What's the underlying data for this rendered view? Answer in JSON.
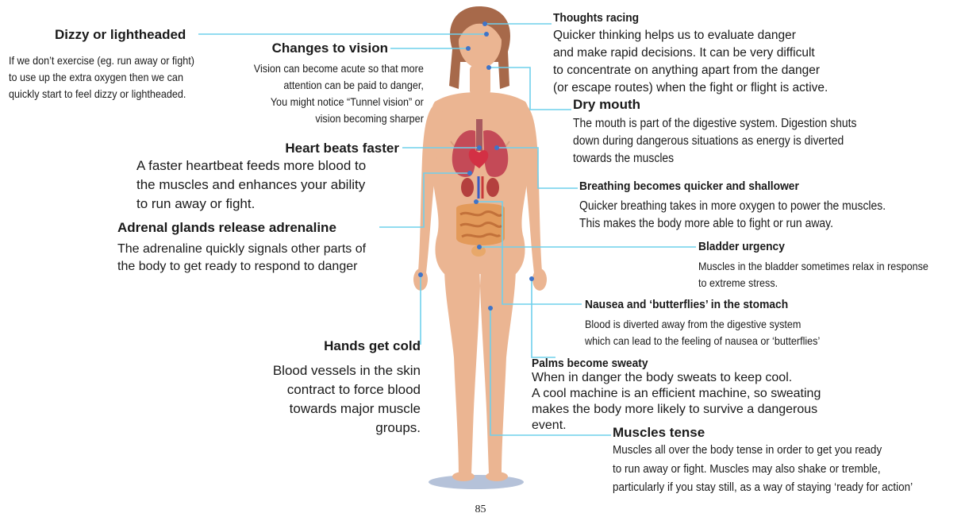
{
  "labels": {
    "dizzy": {
      "title": "Dizzy or lightheaded",
      "body": "If we don’t exercise (eg. run away or fight)\nto use up the extra oxygen then we can\nquickly start to feel dizzy or lightheaded."
    },
    "vision": {
      "title": "Changes to vision",
      "body": "Vision can become acute so that more\nattention can be paid to danger,\nYou might notice “Tunnel vision” or\nvision becoming sharper"
    },
    "heart": {
      "title": "Heart beats faster",
      "body": "A faster heartbeat feeds more blood to\nthe muscles and enhances your ability\nto run away or fight."
    },
    "adrenal": {
      "title": "Adrenal glands release adrenaline",
      "body": "The adrenaline quickly signals other parts of\nthe body to get ready to respond to danger"
    },
    "hands": {
      "title": "Hands get cold",
      "body": "Blood vessels in the skin\ncontract to force blood\ntowards major muscle\ngroups."
    },
    "thoughts": {
      "title": "Thoughts racing",
      "body": "Quicker thinking helps us to evaluate danger\nand make rapid decisions. It can be very difficult\nto concentrate on anything apart from the danger\n(or escape routes) when the fight or flight is active."
    },
    "mouth": {
      "title": "Dry mouth",
      "body": "The mouth is part of the digestive system. Digestion shuts\ndown during dangerous situations as energy is diverted\ntowards the muscles"
    },
    "breathing": {
      "title": "Breathing becomes quicker and shallower",
      "body": "Quicker breathing takes in more oxygen to power the muscles.\nThis makes the body more able to fight or run away."
    },
    "bladder": {
      "title": "Bladder urgency",
      "body": "Muscles in the bladder sometimes relax in response\nto extreme stress."
    },
    "nausea": {
      "title": "Nausea and ‘butterflies’ in the stomach",
      "body": "Blood is diverted away from the digestive system\nwhich can lead to the feeling of nausea or ‘butterflies’"
    },
    "palms": {
      "title": "Palms become sweaty",
      "body": "When in danger the body sweats to keep cool.\nA cool machine is an efficient machine, so sweating\nmakes the body more likely to survive a dangerous\nevent."
    },
    "muscles": {
      "title": "Muscles tense",
      "body": "Muscles all over the body tense in order to get you ready\nto run away or fight. Muscles may also shake or tremble,\nparticularly if you stay still, as a way of staying ‘ready for action’"
    }
  },
  "page_number": "85",
  "colors": {
    "skin": "#ebb592",
    "hair": "#a7694a",
    "connector": "#6fd0ec",
    "dot": "#3f74c8",
    "shadow": "#b5c2d9"
  }
}
